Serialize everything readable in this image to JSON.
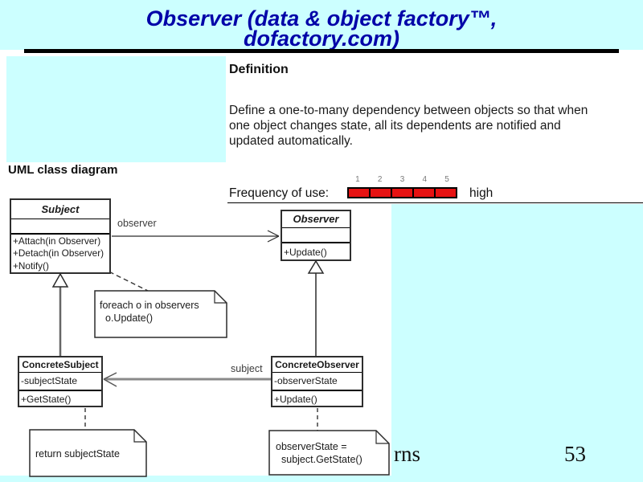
{
  "slide": {
    "title_line1": "Observer (data & object factory™,",
    "title_line2": "dofactory.com)",
    "footer_partial": "rns",
    "page_number": "53"
  },
  "definition": {
    "heading": "Definition",
    "body_line1": "Define a one-to-many dependency between objects so that when",
    "body_line2": "one object changes state, all its dependents are notified and",
    "body_line3": "updated automatically."
  },
  "frequency": {
    "label": "Frequency of use:",
    "scale": [
      "1",
      "2",
      "3",
      "4",
      "5"
    ],
    "filled": 5,
    "level": "high",
    "bar_color": "#e61212"
  },
  "uml": {
    "section_label": "UML class diagram",
    "classes": {
      "subject": {
        "name": "Subject",
        "stereotype": "abstract",
        "attributes": [],
        "methods": [
          "+Attach(in Observer)",
          "+Detach(in Observer)",
          "+Notify()"
        ]
      },
      "observer": {
        "name": "Observer",
        "stereotype": "abstract",
        "attributes": [],
        "methods": [
          "+Update()"
        ]
      },
      "concrete_subject": {
        "name": "ConcreteSubject",
        "attributes": [
          "-subjectState"
        ],
        "methods": [
          "+GetState()"
        ]
      },
      "concrete_observer": {
        "name": "ConcreteObserver",
        "attributes": [
          "-observerState"
        ],
        "methods": [
          "+Update()"
        ]
      }
    },
    "associations": {
      "observer_label": "observer",
      "subject_label": "subject"
    },
    "notes": {
      "foreach": {
        "line1": "foreach o in observers",
        "line2": "o.Update()"
      },
      "return_note": {
        "line1": "return subjectState"
      },
      "observer_state": {
        "line1": "observerState =",
        "line2": "subject.GetState()"
      }
    }
  },
  "colors": {
    "background": "#ccffff",
    "title": "#0202a8",
    "bar_red": "#e61212"
  }
}
